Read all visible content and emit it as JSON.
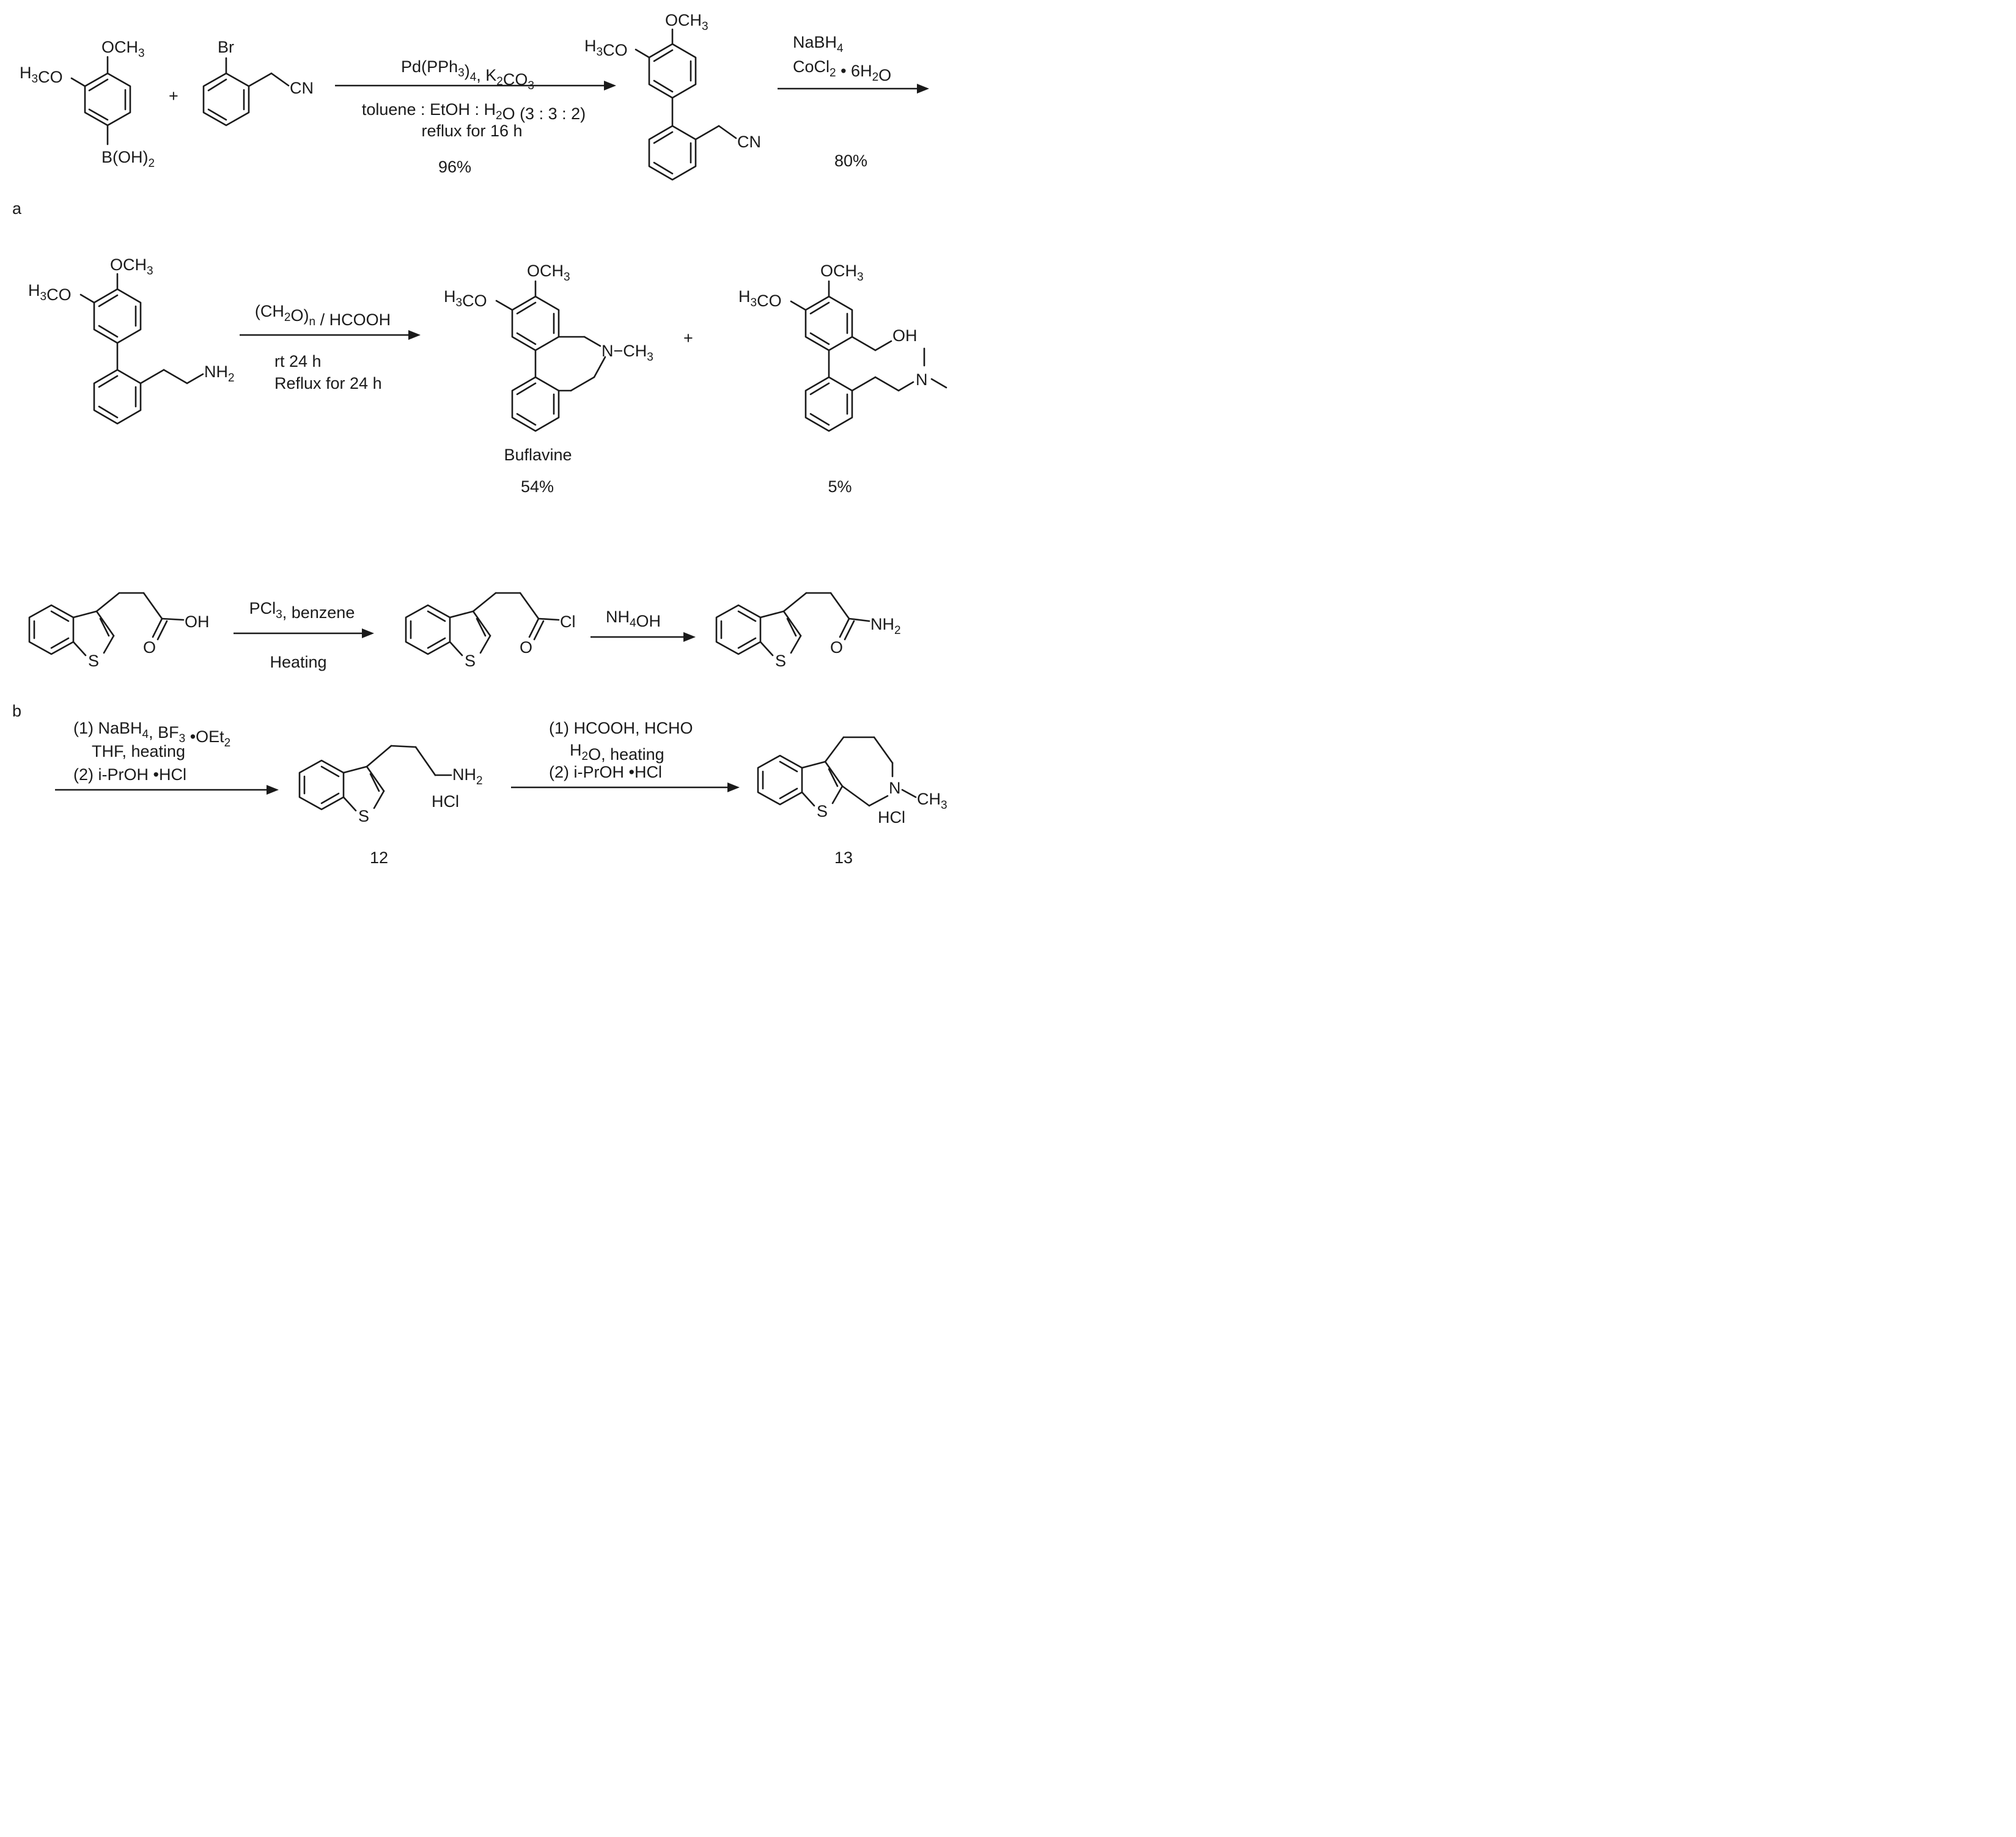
{
  "scheme_a": {
    "panel_label": "a",
    "plus_1": "+",
    "plus_2": "+",
    "step1": {
      "reagent_line1": "Pd(PPh3)4, K2CO3",
      "conditions_line1": "toluene : EtOH : H2O (3 : 3 : 2)",
      "conditions_line2": "reflux for 16 h",
      "yield": "96%"
    },
    "step2": {
      "reagent_line1": "NaBH4",
      "reagent_line2": "CoCl2 • 6H2O",
      "yield": "80%"
    },
    "step3": {
      "reagent_line1": "(CH2O)n / HCOOH",
      "conditions_line1": "rt 24 h",
      "conditions_line2": "Reflux for 24 h"
    },
    "product_name": "Buflavine",
    "product_yield": "54%",
    "byproduct_yield": "5%",
    "atoms": {
      "och3": "OCH3",
      "h3co": "H3CO",
      "boh2": "B(OH)2",
      "br": "Br",
      "cn": "CN",
      "nh2": "NH2",
      "n": "N",
      "nch3": "N−CH3",
      "oh": "OH"
    }
  },
  "scheme_b": {
    "panel_label": "b",
    "step1": {
      "reagent_line1": "PCl3, benzene",
      "conditions_line1": "Heating"
    },
    "step2": {
      "reagent_line1": "NH4OH"
    },
    "step3": {
      "reagent_line1": "(1) NaBH4, BF3 •OEt2",
      "reagent_line2": "THF, heating",
      "reagent_line3": "(2) i-PrOH •HCl"
    },
    "step4": {
      "reagent_line1": "(1) HCOOH, HCHO",
      "reagent_line2": "H2O, heating",
      "reagent_line3": "(2) i-PrOH •HCl"
    },
    "compound_12": "12",
    "compound_13": "13",
    "salt": "HCl",
    "atoms": {
      "s": "S",
      "o": "O",
      "oh": "OH",
      "cl": "Cl",
      "nh2": "NH2",
      "n": "N",
      "ch3": "CH3"
    }
  }
}
